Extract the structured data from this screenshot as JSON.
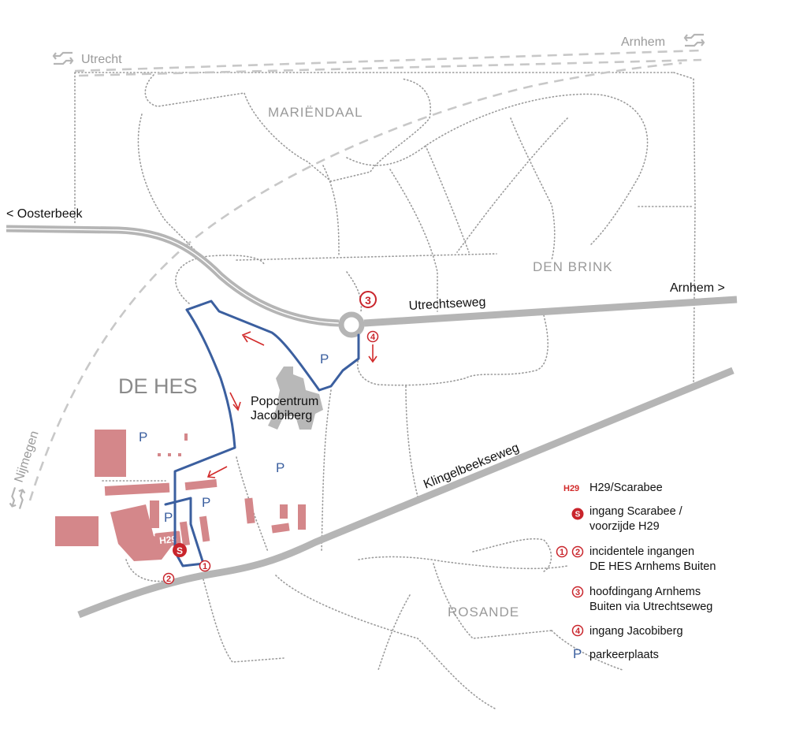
{
  "rail": {
    "utrecht": "Utrecht",
    "arnhem": "Arnhem",
    "nijmegen": "Nijmegen",
    "icon": "train-icon"
  },
  "roads": {
    "oosterbeek": "< Oosterbeek",
    "arnhem": "Arnhem >",
    "utrechtseweg": "Utrechtseweg",
    "klingelbeekseweg": "Klingelbeekseweg"
  },
  "areas": {
    "mariendaal": "MARIËNDAAL",
    "den_brink": "DEN BRINK",
    "de_hes": "DE HES",
    "rosande": "ROSANDE"
  },
  "popcentrum": [
    "Popcentrum",
    "Jacobiberg"
  ],
  "parking_label": "P",
  "building_label": "H29",
  "markers": {
    "s": "S",
    "one": "1",
    "two": "2",
    "three": "3",
    "four": "4"
  },
  "legend": {
    "h29": {
      "tag": "H29",
      "text": "H29/Scarabee"
    },
    "scarabee": {
      "icon": "S",
      "lines": [
        "ingang Scarabee /",
        "voorzijde H29"
      ]
    },
    "incidentele": {
      "icons": [
        "1",
        "2"
      ],
      "lines": [
        "incidentele ingangen",
        "DE HES Arnhems Buiten"
      ]
    },
    "hoofdingang": {
      "icon": "3",
      "lines": [
        "hoofdingang Arnhems",
        "Buiten via Utrechtseweg"
      ]
    },
    "jacobiberg": {
      "icon": "4",
      "text": "ingang Jacobiberg"
    },
    "parking": {
      "icon": "P",
      "text": "parkeerplaats"
    }
  },
  "colors": {
    "road": "#b5b5b5",
    "route": "#3b5f9f",
    "building": "#d4878a",
    "marker": "#c9252c",
    "arrow": "#d22a2a"
  }
}
